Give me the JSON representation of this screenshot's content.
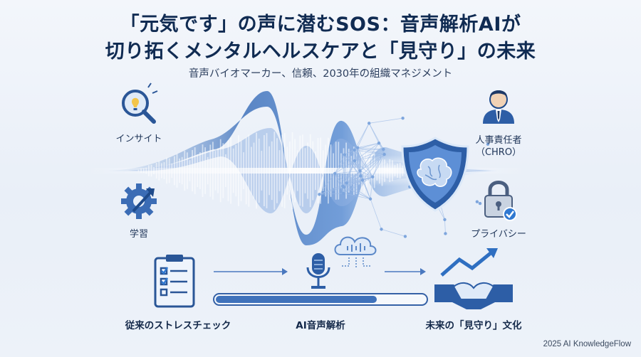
{
  "title": {
    "line1": "「元気です」の声に潜むSOS：音声解析AIが",
    "line2": "切り拓くメンタルヘルスケアと「見守り」の未来"
  },
  "subtitle": "音声バイオマーカー、信頼、2030年の組織マネジメント",
  "left_labels": {
    "insight": "インサイト",
    "learning": "学習"
  },
  "right_labels": {
    "chro_line1": "人事責任者",
    "chro_line2": "（CHRO）",
    "privacy": "プライバシー"
  },
  "flow": {
    "step1": "従来のストレスチェック",
    "step2": "AI音声解析",
    "step3": "未来の「見守り」文化",
    "progress_fraction": 0.77
  },
  "footer": "2025 AI KnowledgeFlow",
  "colors": {
    "title": "#102b52",
    "accent": "#2f6fc1",
    "wave": "#3c6fb8",
    "light": "#a9c6ec"
  }
}
